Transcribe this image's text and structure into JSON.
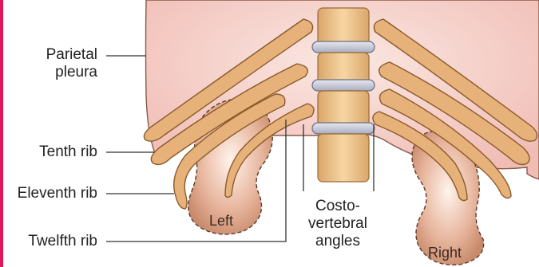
{
  "labels": {
    "parietal_pleura": [
      "Parietal",
      "pleura"
    ],
    "tenth_rib": "Tenth rib",
    "eleventh_rib": "Eleventh rib",
    "twelfth_rib": "Twelfth rib",
    "costovertebral_angles": [
      "Costo-",
      "vertebral",
      "angles"
    ],
    "left_kidney": "Left",
    "right_kidney": "Right"
  },
  "colors": {
    "pleura_fill": "#f3c4be",
    "pleura_edge": "#fbe9e6",
    "rib_fill": "#e7b27a",
    "rib_stroke": "#8a5a2c",
    "kidney_fill": "#d9a28a",
    "kidney_stroke": "#5a3a2a",
    "vertebra_fill": "#f0c690",
    "disc_fill": "#c9ccd8",
    "edge_bar": "#e3165b"
  }
}
